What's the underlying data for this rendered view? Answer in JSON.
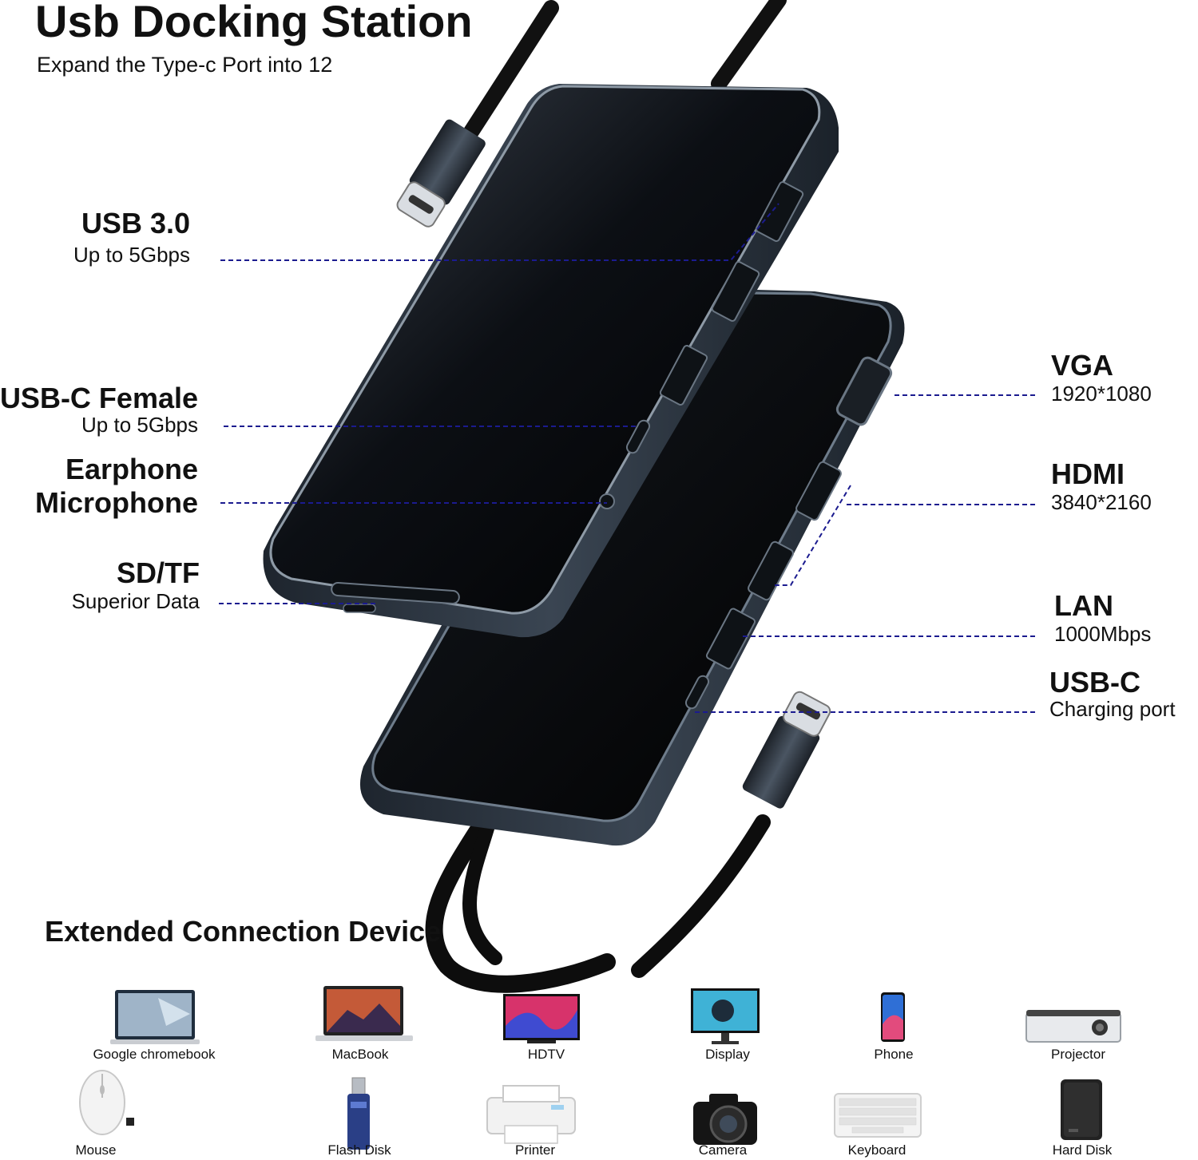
{
  "header": {
    "title": "Usb Docking Station",
    "subtitle": "Expand the Type-c Port into 12"
  },
  "ports_left": [
    {
      "name": "USB 3.0",
      "desc": "Up to 5Gbps"
    },
    {
      "name": "USB-C Female",
      "desc": "Up to 5Gbps"
    },
    {
      "name": "Earphone",
      "desc": "Microphone"
    },
    {
      "name": "SD/TF",
      "desc": "Superior Data"
    }
  ],
  "ports_right": [
    {
      "name": "VGA",
      "desc": "1920*1080"
    },
    {
      "name": "HDMI",
      "desc": "3840*2160"
    },
    {
      "name": "LAN",
      "desc": "1000Mbps"
    },
    {
      "name": "USB-C",
      "desc": "Charging port"
    }
  ],
  "devices_section": {
    "title": "Extended Connection Device",
    "row1": [
      {
        "label": "Google chromebook",
        "icon": "laptop-icon"
      },
      {
        "label": "MacBook",
        "icon": "laptop-icon"
      },
      {
        "label": "HDTV",
        "icon": "tv-icon"
      },
      {
        "label": "Display",
        "icon": "monitor-icon"
      },
      {
        "label": "Phone",
        "icon": "phone-icon"
      },
      {
        "label": "Projector",
        "icon": "projector-icon"
      }
    ],
    "row2": [
      {
        "label": "Mouse",
        "icon": "mouse-icon"
      },
      {
        "label": "Flash Disk",
        "icon": "flash-disk-icon"
      },
      {
        "label": "Printer",
        "icon": "printer-icon"
      },
      {
        "label": "Camera",
        "icon": "camera-icon"
      },
      {
        "label": "Keyboard",
        "icon": "keyboard-icon"
      },
      {
        "label": "Hard Disk",
        "icon": "hard-disk-icon"
      }
    ]
  },
  "colors": {
    "leader_line": "#1b1b8f",
    "device_body": "#2c3540",
    "device_top": "#05070a"
  }
}
